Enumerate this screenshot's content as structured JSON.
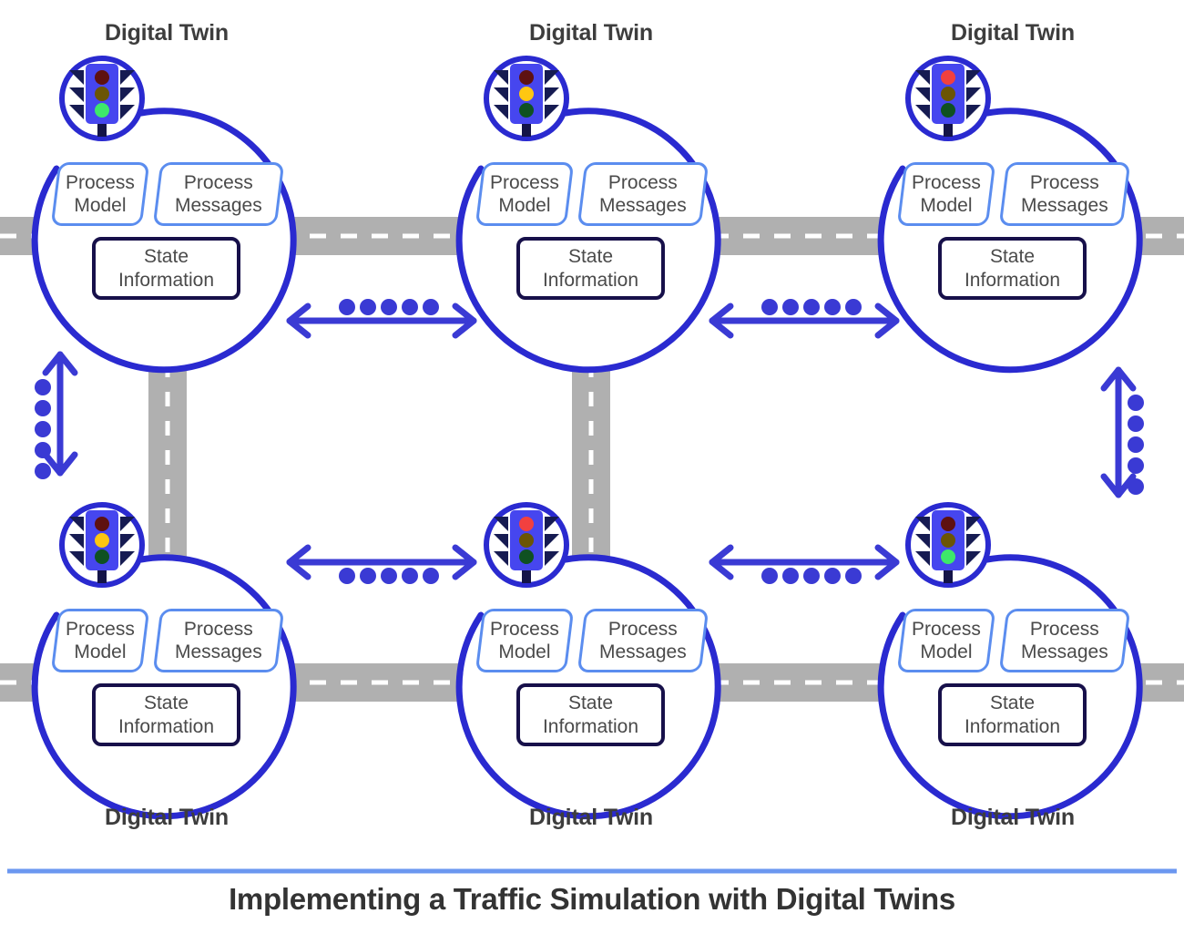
{
  "diagram": {
    "title": "Implementing a Traffic Simulation with Digital Twins",
    "twin_label": "Digital Twin",
    "box_labels": {
      "process_model_line1": "Process",
      "process_model_line2": "Model",
      "process_messages_line1": "Process",
      "process_messages_line2": "Messages",
      "state_line1": "State",
      "state_line2": "Information"
    },
    "colors": {
      "circle_border": "#2a2ad0",
      "process_box_border": "#5B8DEF",
      "state_box_border": "#17104a",
      "arrow": "#3a3ad4",
      "road": "#b0b0b0",
      "road_dash": "#ffffff",
      "signal_body": "#4646ef",
      "signal_pole": "#141448",
      "signal_visor": "#161b52",
      "light_red_on": "#f2403f",
      "light_red_off": "#5e1111",
      "light_yellow_on": "#ffc711",
      "light_yellow_off": "#6b5505",
      "light_green_on": "#3de86a",
      "light_green_off": "#0f5122",
      "separator": "#6B97F0",
      "title_text": "#333333",
      "label_text": "#3d3d3d",
      "box_text": "#4a4a4a"
    },
    "nodes": [
      {
        "id": "tl-top-left",
        "label_position": "above",
        "signal_state": "green",
        "lights": [
          "off",
          "off",
          "on"
        ]
      },
      {
        "id": "tl-top-mid",
        "label_position": "above",
        "signal_state": "yellow",
        "lights": [
          "off",
          "on",
          "off"
        ]
      },
      {
        "id": "tl-top-right",
        "label_position": "above",
        "signal_state": "red",
        "lights": [
          "on",
          "off",
          "off"
        ]
      },
      {
        "id": "tl-bot-left",
        "label_position": "below",
        "signal_state": "yellow",
        "lights": [
          "off",
          "on",
          "off"
        ]
      },
      {
        "id": "tl-bot-mid",
        "label_position": "below",
        "signal_state": "red",
        "lights": [
          "on",
          "off",
          "off"
        ]
      },
      {
        "id": "tl-bot-right",
        "label_position": "below",
        "signal_state": "green",
        "lights": [
          "off",
          "off",
          "on"
        ]
      }
    ],
    "connectors": [
      {
        "id": "conn-top-left-mid",
        "orientation": "horizontal",
        "dots": 5,
        "heads": "both"
      },
      {
        "id": "conn-top-mid-right",
        "orientation": "horizontal",
        "dots": 5,
        "heads": "both"
      },
      {
        "id": "conn-bot-left-mid",
        "orientation": "horizontal",
        "dots": 5,
        "heads": "both"
      },
      {
        "id": "conn-bot-mid-right",
        "orientation": "horizontal",
        "dots": 5,
        "heads": "both"
      },
      {
        "id": "conn-left-column",
        "orientation": "vertical",
        "dots": 5,
        "heads": "both"
      },
      {
        "id": "conn-right-column",
        "orientation": "vertical",
        "dots": 5,
        "heads": "both"
      }
    ],
    "roads": {
      "horizontal_rows": 2,
      "vertical_columns": 2,
      "style": "dashed-center-line"
    }
  }
}
